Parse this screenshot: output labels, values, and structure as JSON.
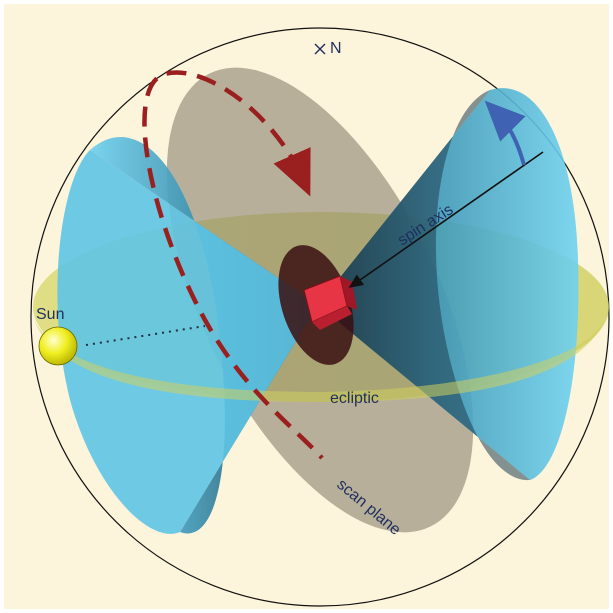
{
  "labels": {
    "north": "N",
    "sun": "Sun",
    "spin_axis": "spin axis",
    "ecliptic": "ecliptic",
    "scan_plane": "scan plane"
  },
  "colors": {
    "background": "#fdf4dc",
    "cone": "#5ec4e4",
    "cone_dark": "#1f4052",
    "ecliptic_plane": "#d8d86a",
    "scan_plane": "#8c8470",
    "scan_path": "#9a1f1f",
    "spin_arrow": "#3f63b2",
    "sun": "#f2f200",
    "spacecraft": "#e83545",
    "label": "#1f2f5e"
  },
  "icons": {
    "north_marker": "cross-icon",
    "sun": "sphere-icon",
    "spacecraft": "spacecraft-icon"
  }
}
